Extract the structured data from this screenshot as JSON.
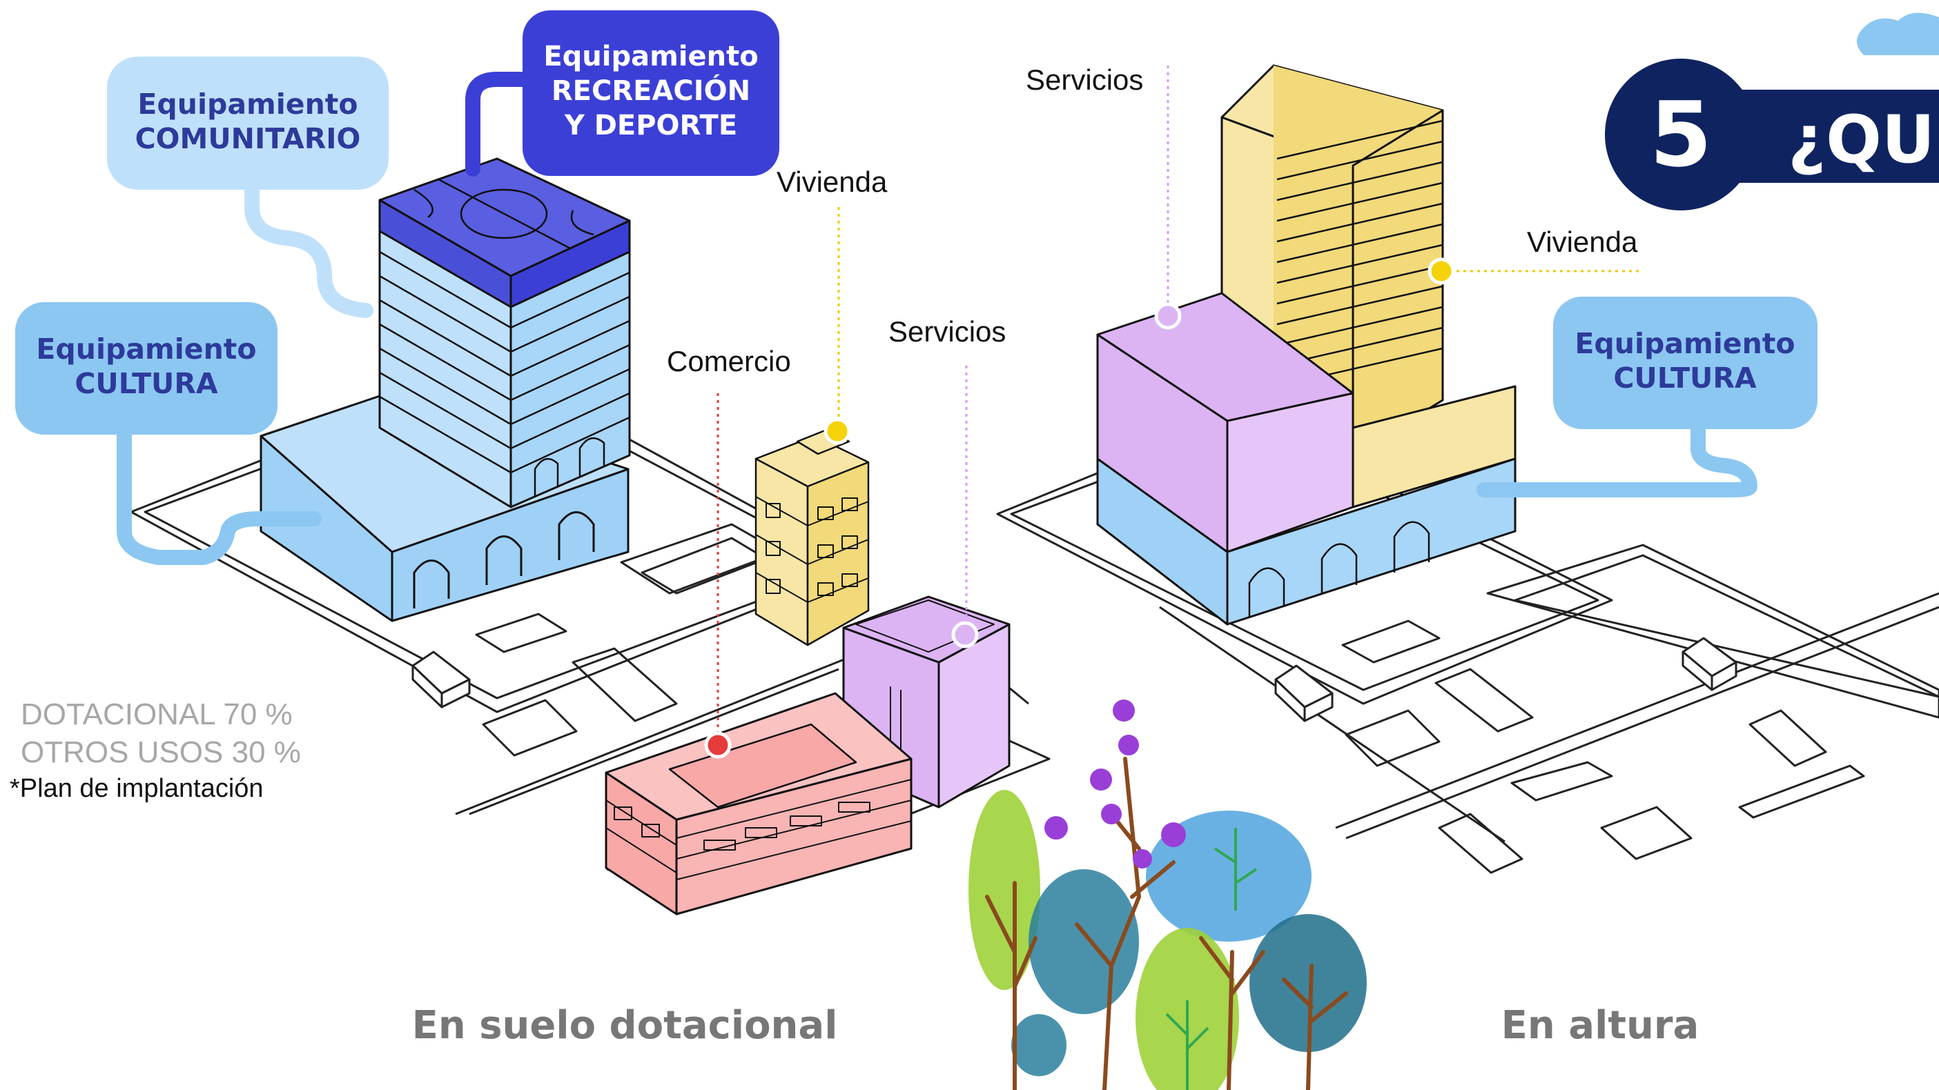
{
  "left_section": {
    "caption": "En suelo dotacional",
    "bubbles": {
      "comunitario": [
        "Equipamiento",
        "COMUNITARIO"
      ],
      "recreacion": [
        "Equipamiento",
        "RECREACIÓN",
        "Y DEPORTE"
      ],
      "cultura": [
        "Equipamiento",
        "CULTURA"
      ]
    },
    "labels": {
      "vivienda": "Vivienda",
      "comercio": "Comercio",
      "servicios": "Servicios"
    },
    "stats": {
      "dotacional": "DOTACIONAL 70 %",
      "otros": "OTROS USOS 30 %",
      "note": "*Plan de implantación"
    }
  },
  "right_section": {
    "caption": "En altura",
    "labels": {
      "servicios": "Servicios",
      "vivienda": "Vivienda"
    },
    "bubbles": {
      "cultura": [
        "Equipamiento",
        "CULTURA"
      ]
    }
  },
  "badge": {
    "number": "5",
    "text": "¿QU"
  },
  "colors": {
    "navy": "#0f2360",
    "blue_dark": "#3c3fd6",
    "blue_light": "#bfe0fb",
    "blue_mid": "#8cc7f2",
    "yellow": "#f7e6a6",
    "purple": "#dcb4f4",
    "pink": "#f9b4b4",
    "caption_gray": "#777777"
  }
}
